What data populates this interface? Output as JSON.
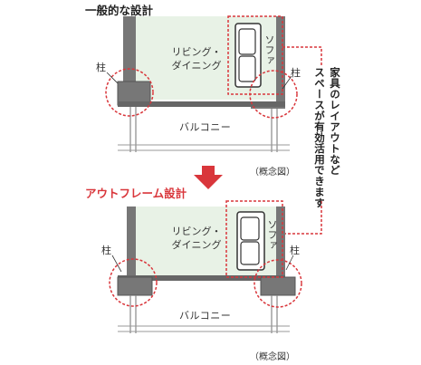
{
  "headings": {
    "conventional": "一般的な設計",
    "outframe": "アウトフレーム設計"
  },
  "labels": {
    "room_line1": "リビング・",
    "room_line2": "ダイニング",
    "sofa": "ソファ",
    "pillar": "柱",
    "balcony": "バルコニー",
    "note": "（概念図）"
  },
  "callout": {
    "line1": "家具のレイアウトなど",
    "line2": "スペースが有効活用できます"
  },
  "colors": {
    "accent_red": "#d9363b",
    "room_fill": "#e8f2e6",
    "wall_gray": "#777777",
    "floor_dark": "#555555"
  },
  "icons": {
    "arrow": "down-arrow-icon",
    "sofa": "sofa-icon"
  }
}
